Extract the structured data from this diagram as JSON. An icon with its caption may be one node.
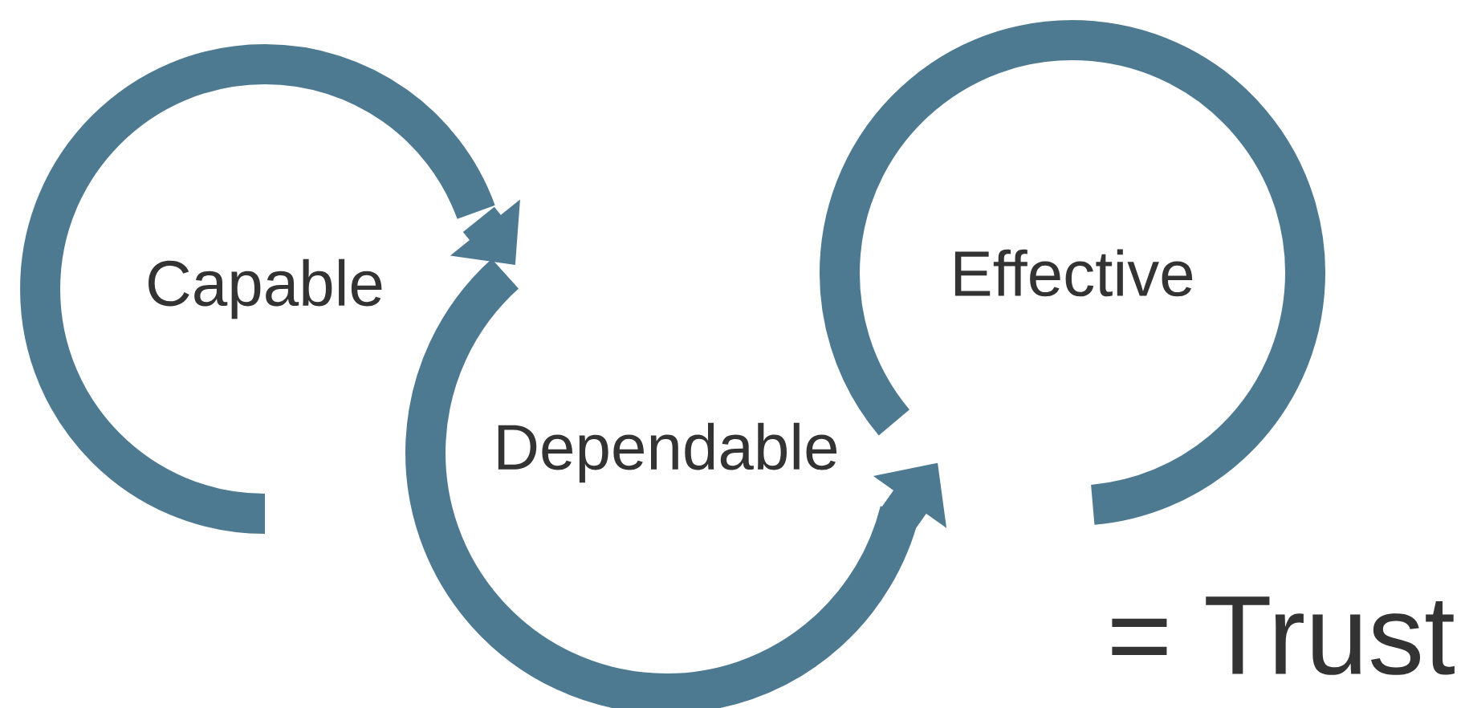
{
  "diagram": {
    "nodes": [
      {
        "text": [
          "Capable"
        ]
      },
      {
        "text": [
          "Dependable"
        ]
      },
      {
        "text": [
          "Effective"
        ]
      }
    ],
    "edges": [
      {
        "from": 0,
        "to": 1,
        "arrow": "to"
      },
      {
        "from": 1,
        "to": 2,
        "arrow": "to"
      }
    ],
    "labels": [
      "= Trust"
    ]
  }
}
